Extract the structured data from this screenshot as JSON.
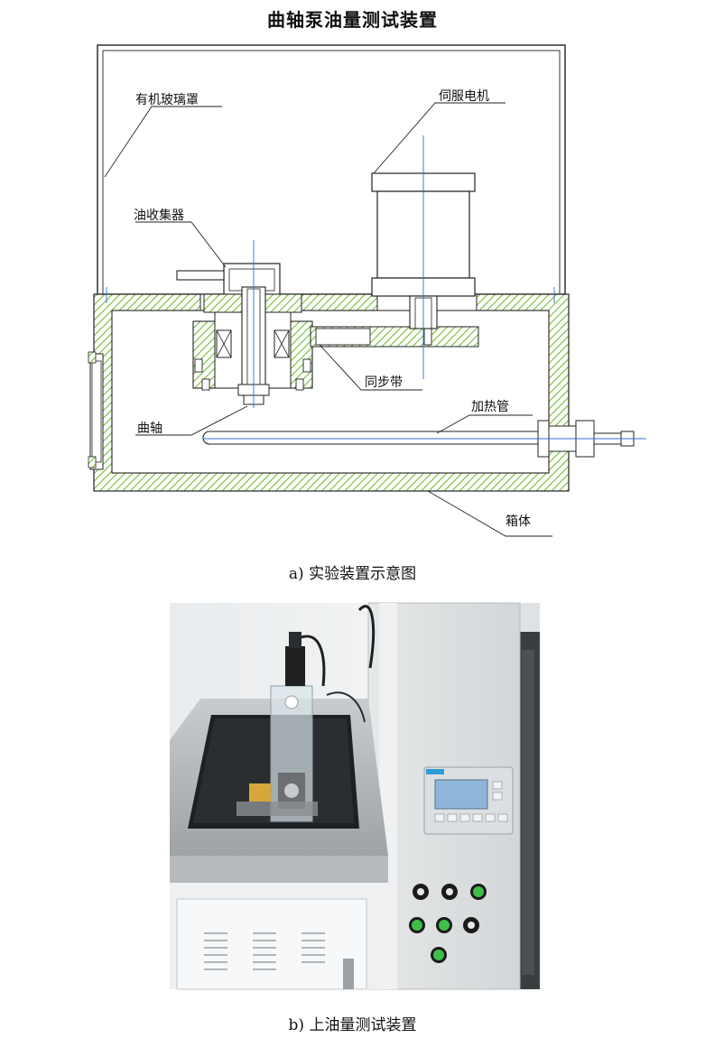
{
  "title": "曲轴泵油量测试装置",
  "diagram": {
    "labels": {
      "cover": "有机玻璃罩",
      "oil_collector": "油收集器",
      "servo_motor": "伺服电机",
      "timing_belt": "同步带",
      "heating_tube": "加热管",
      "crankshaft": "曲轴",
      "tank": "箱体"
    }
  },
  "captions": {
    "a": "a) 实验装置示意图",
    "b": "b) 上油量测试装置"
  },
  "colors": {
    "hatch_green": "#7cc242",
    "line": "#222222",
    "axis_blue": "#2c6fd6"
  }
}
